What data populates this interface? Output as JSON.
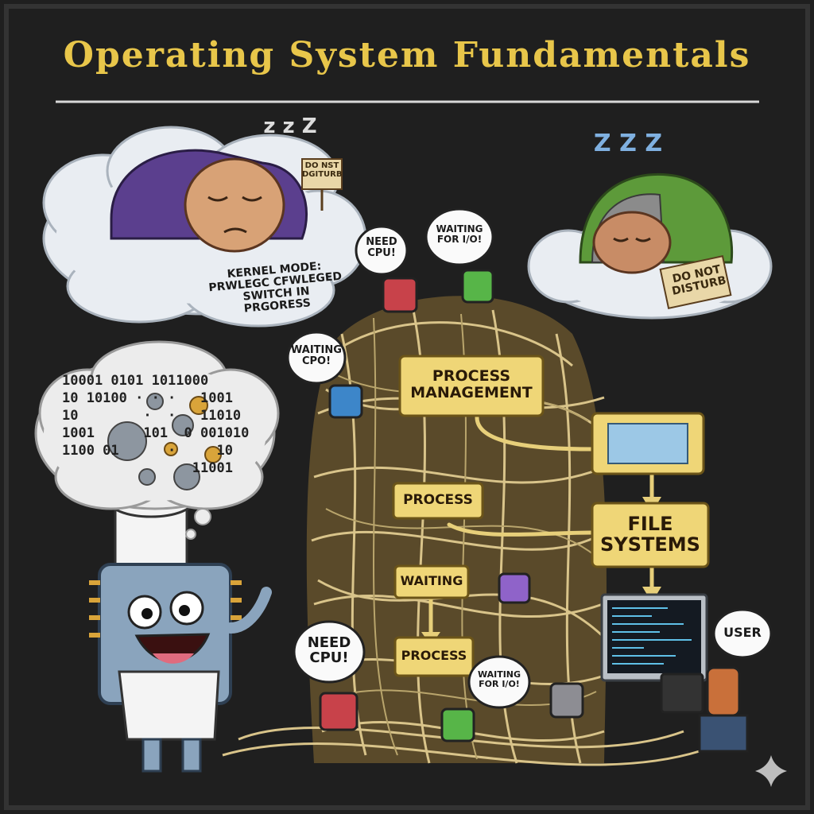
{
  "title": "Operating System Fundamentals",
  "clouds": {
    "kernel_caption": "KERNEL MODE:\nPRWLEGC CFWLEGED\nSWITCH IN PRGORESS",
    "sign_left": "DO NST\nDGITURB",
    "sign_right": "DO NOT\nDISTURB",
    "zzz_left": "z z Z",
    "zzz_right": "Z Z Z"
  },
  "speech": {
    "need_cpu_top": "NEED\nCPU!",
    "waiting_io_top": "WAITING\nFOR I/O!",
    "waiting_cpo": "WAITING\nCPO!",
    "need_cpu_bottom": "NEED\nCPU!",
    "waiting_io_bottom": "WAITING\nFOR I/O!",
    "user": "USER"
  },
  "boxes": {
    "process_management": "PROCESS\nMANAGEMENT",
    "process_1": "PROCESS",
    "waiting": "WAITING",
    "process_2": "PROCESS",
    "file_systems": "FILE\nSYSTEMS"
  },
  "binary_lines": [
    "10001 0101 1011000",
    "10 10100 · · ·   1001",
    "10        ·  ·   11010",
    "1001      101  0 001010",
    "1100 01      ·     10",
    "                11001"
  ],
  "colors": {
    "background": "#1f1f1f",
    "title": "#e8c64a",
    "box_fill": "#efd677",
    "noodle": "#d9c48a"
  }
}
